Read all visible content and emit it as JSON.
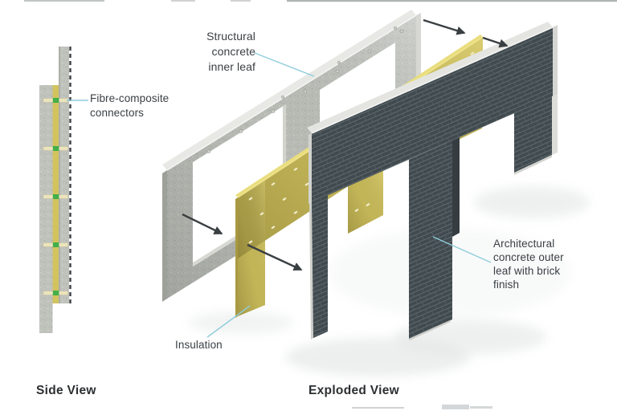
{
  "labels": {
    "structural_inner_leaf": {
      "lines": [
        "Structural",
        "concrete",
        "inner leaf"
      ]
    },
    "fibre_connectors": {
      "lines": [
        "Fibre-composite",
        "connectors"
      ]
    },
    "insulation": {
      "lines": [
        "Insulation"
      ]
    },
    "outer_leaf": {
      "lines": [
        "Architectural",
        "concrete outer",
        "leaf with brick",
        "finish"
      ]
    }
  },
  "captions": {
    "side_view": "Side View",
    "exploded_view": "Exploded View"
  },
  "colors": {
    "background": "#ffffff",
    "concrete_face": "#c0c2bc",
    "concrete_edge_light": "#e8e9e5",
    "concrete_edge_dark": "#9ea09a",
    "insulation_yellow": "#cdbf5e",
    "insulation_highlight": "#e9dd7f",
    "brick_dark": "#404a4f",
    "brick_mortar": "#5f6a6e",
    "leader_line": "#8ecddb",
    "arrow": "#3a3f42",
    "connector_green": "#44ae4b",
    "connector_cream": "#ece4bc",
    "label_text": "#3b4044",
    "caption_text": "#2c2f31"
  }
}
